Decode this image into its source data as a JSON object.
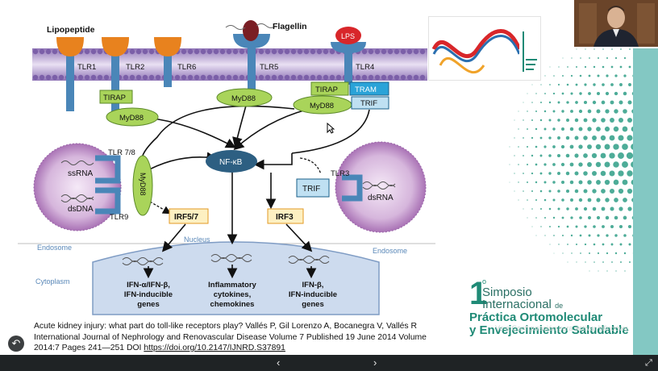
{
  "slide": {
    "figure": {
      "receptors": {
        "lipopeptide": "Lipopeptide",
        "flagellin": "Flagellin",
        "lps": "LPS",
        "tlr1": "TLR1",
        "tlr2": "TLR2",
        "tlr6": "TLR6",
        "tlr5": "TLR5",
        "tlr4": "TLR4",
        "tlr78": "TLR 7/8",
        "tlr9": "TLR9",
        "tlr3": "TLR3"
      },
      "adaptors": {
        "tirap_left": "TIRAP",
        "myd88_left": "MyD88",
        "myd88_center": "MyD88",
        "tirap_right": "TIRAP",
        "tram": "TRAM",
        "myd88_right": "MyD88",
        "trif_right": "TRIF",
        "myd88_vertical": "MyD88",
        "trif_endosome": "TRIF"
      },
      "nodes": {
        "nfkb": "NF-κB",
        "irf57": "IRF5/7",
        "irf3": "IRF3"
      },
      "ligands": {
        "ssrna": "ssRNA",
        "dsdna": "dsDNA",
        "dsrna": "dsRNA"
      },
      "compartments": {
        "endosome_left": "Endosome",
        "endosome_right": "Endosome",
        "nucleus": "Nucleus",
        "cytoplasm": "Cytoplasm"
      },
      "outputs": {
        "ifn_left": [
          "IFN-α/IFN-β,",
          "IFN-inducible",
          "genes"
        ],
        "inflammatory": [
          "Inflammatory",
          "cytokines,",
          "chemokines"
        ],
        "ifn_right": [
          "IFN-β,",
          "IFN-inducible",
          "genes"
        ]
      },
      "colors": {
        "receptor_orange": "#e8821e",
        "receptor_stem": "#4a86b8",
        "adaptor_green": "#a9d45a",
        "tram_blue": "#2aa3d8",
        "trif_blue": "#bfe0f2",
        "nfkb_navy": "#2d5f82",
        "irf_yellow": "#fdf0c2",
        "lps_red": "#d8262a",
        "membrane_purple": "#9c86c0",
        "endosome_purple": "#b587c1",
        "nucleus_blue": "#c9d9ee"
      }
    },
    "citation": {
      "line1": "Acute kidney injury: what part do toll-like receptors play? Vallés P, Gil Lorenzo A, Bocanegra V, Vallés R",
      "line2": "International Journal of Nephrology and Renovascular Disease  Volume 7  Published 19 June 2014 Volume",
      "line3_prefix": "2014:7 Pages 241—251 DOI ",
      "doi_link": "https://doi.org/10.2147/IJNRD.S37891"
    },
    "brand": {
      "number": "1",
      "ordinal": "o",
      "line1": "Simposio",
      "line2_main": "Internacional",
      "line2_small": "de",
      "line3": "Práctica Ortomolecular",
      "line4": "y Envejecimiento Saludable"
    },
    "activation_watermark": "Ve a Configuración para activar Windows."
  },
  "controls": {
    "back_icon": "arrow-left-icon",
    "prev_label": "‹",
    "next_label": "›",
    "fullscreen_icon": "expand-icon"
  }
}
